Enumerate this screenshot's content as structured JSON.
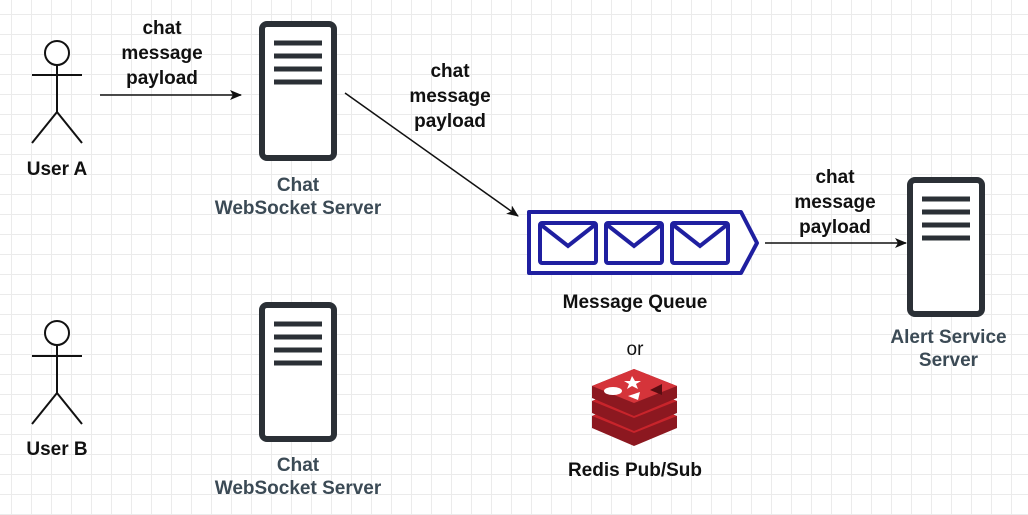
{
  "nodes": {
    "user_a": {
      "label": "User A"
    },
    "user_b": {
      "label": "User B"
    },
    "ws_server_1": {
      "label_line1": "Chat",
      "label_line2": "WebSocket Server"
    },
    "ws_server_2": {
      "label_line1": "Chat",
      "label_line2": "WebSocket Server"
    },
    "message_queue": {
      "label": "Message Queue"
    },
    "redis": {
      "label": "Redis Pub/Sub"
    },
    "alert_server": {
      "label_line1": "Alert Service",
      "label_line2": "Server"
    }
  },
  "alternative_text": "or",
  "edges": [
    {
      "from": "User A",
      "to": "Chat WebSocket Server",
      "line1": "chat",
      "line2": "message",
      "line3": "payload"
    },
    {
      "from": "Chat WebSocket Server",
      "to": "Message Queue",
      "line1": "chat",
      "line2": "message",
      "line3": "payload"
    },
    {
      "from": "Message Queue",
      "to": "Alert Service Server",
      "line1": "chat",
      "line2": "message",
      "line3": "payload"
    }
  ],
  "colors": {
    "server_stroke": "#2b3036",
    "queue_stroke": "#1f1fa0",
    "redis_red": "#c8242b",
    "node_label_gray": "#3b4a55",
    "edge_color": "#111111"
  }
}
